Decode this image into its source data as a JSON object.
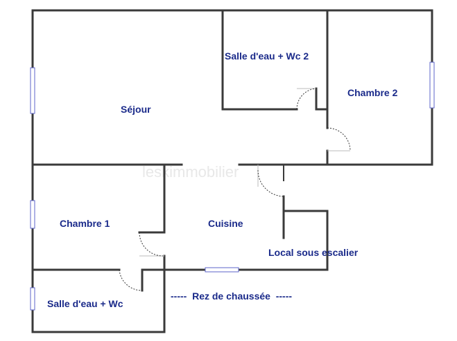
{
  "rooms": {
    "sejour": "Séjour",
    "salle_eau_wc2": "Salle d'eau + Wc 2",
    "chambre2": "Chambre 2",
    "chambre1": "Chambre 1",
    "cuisine": "Cuisine",
    "local": "Local sous escalier",
    "salle_eau_wc": "Salle d'eau + Wc"
  },
  "floor_label": "-----  Rez de chaussée  -----",
  "watermark": "leskimmobilier",
  "colors": {
    "label": "#1a2a8a",
    "wall": "#3a3a3a",
    "window": "#5b63c9"
  }
}
